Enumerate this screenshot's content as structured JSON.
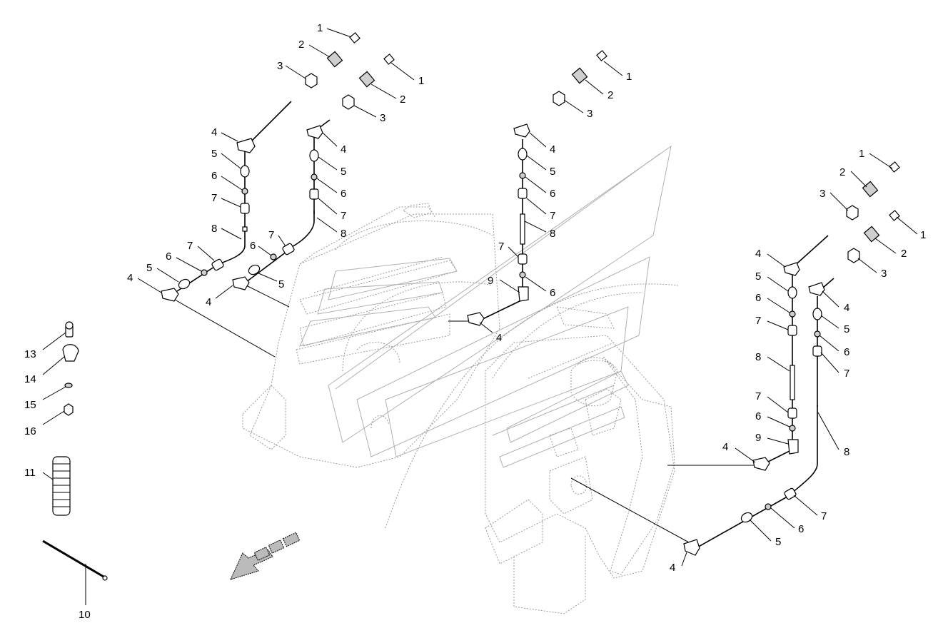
{
  "diagram": {
    "callouts": [
      {
        "text": "1"
      },
      {
        "text": "2"
      },
      {
        "text": "3"
      },
      {
        "text": "4"
      },
      {
        "text": "5"
      },
      {
        "text": "6"
      },
      {
        "text": "7"
      },
      {
        "text": "8"
      },
      {
        "text": "7"
      },
      {
        "text": "6"
      },
      {
        "text": "5"
      },
      {
        "text": "4"
      },
      {
        "text": "1"
      },
      {
        "text": "2"
      },
      {
        "text": "3"
      },
      {
        "text": "4"
      },
      {
        "text": "5"
      },
      {
        "text": "6"
      },
      {
        "text": "7"
      },
      {
        "text": "8"
      },
      {
        "text": "7"
      },
      {
        "text": "6"
      },
      {
        "text": "5"
      },
      {
        "text": "4"
      },
      {
        "text": "1"
      },
      {
        "text": "2"
      },
      {
        "text": "3"
      },
      {
        "text": "4"
      },
      {
        "text": "5"
      },
      {
        "text": "6"
      },
      {
        "text": "7"
      },
      {
        "text": "8"
      },
      {
        "text": "7"
      },
      {
        "text": "9"
      },
      {
        "text": "6"
      },
      {
        "text": "4"
      },
      {
        "text": "1"
      },
      {
        "text": "2"
      },
      {
        "text": "3"
      },
      {
        "text": "4"
      },
      {
        "text": "5"
      },
      {
        "text": "6"
      },
      {
        "text": "7"
      },
      {
        "text": "8"
      },
      {
        "text": "7"
      },
      {
        "text": "6"
      },
      {
        "text": "9"
      },
      {
        "text": "4"
      },
      {
        "text": "1"
      },
      {
        "text": "2"
      },
      {
        "text": "3"
      },
      {
        "text": "4"
      },
      {
        "text": "5"
      },
      {
        "text": "6"
      },
      {
        "text": "7"
      },
      {
        "text": "8"
      },
      {
        "text": "7"
      },
      {
        "text": "6"
      },
      {
        "text": "5"
      },
      {
        "text": "4"
      },
      {
        "text": "13"
      },
      {
        "text": "14"
      },
      {
        "text": "15"
      },
      {
        "text": "16"
      },
      {
        "text": "11"
      },
      {
        "text": "10"
      }
    ]
  }
}
